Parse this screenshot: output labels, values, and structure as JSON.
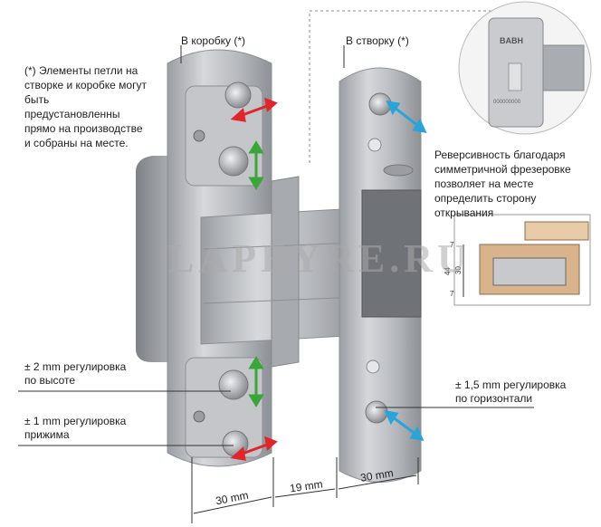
{
  "labels": {
    "frame": "В коробку",
    "frame_mark": "(*)",
    "sash": "В створку",
    "sash_mark": "(*)",
    "preinstalled_note": "(*) Элементы петли на створке и коробке могут быть предустановленны прямо на производстве и собраны на месте.",
    "reversible_note": "Реверсивность благодаря симметричной фрезеровке позволяет на месте определить сторону открывания",
    "height_adj_1": "± 2 mm регулировка",
    "height_adj_2": "по высоте",
    "press_adj_1": "± 1 mm регулировка",
    "press_adj_2": "прижима",
    "horiz_adj_1": "± 1,5 mm регулировка",
    "horiz_adj_2": "по горизонтали"
  },
  "dimensions": {
    "left": "30 mm",
    "middle": "19 mm",
    "right": "30 mm"
  },
  "drawing_dims": {
    "top": "7",
    "middle": "30",
    "bottom": "7",
    "total": "44"
  },
  "plate_marks": {
    "brand": "BABH",
    "code": "000000000"
  },
  "watermark": "LAPEYRE.RU",
  "colors": {
    "arrow_red": "#e0262b",
    "arrow_green": "#3aa63a",
    "arrow_blue": "#2aa3d8",
    "metal": "#b9bcc0",
    "wood": "#d9b38c"
  }
}
